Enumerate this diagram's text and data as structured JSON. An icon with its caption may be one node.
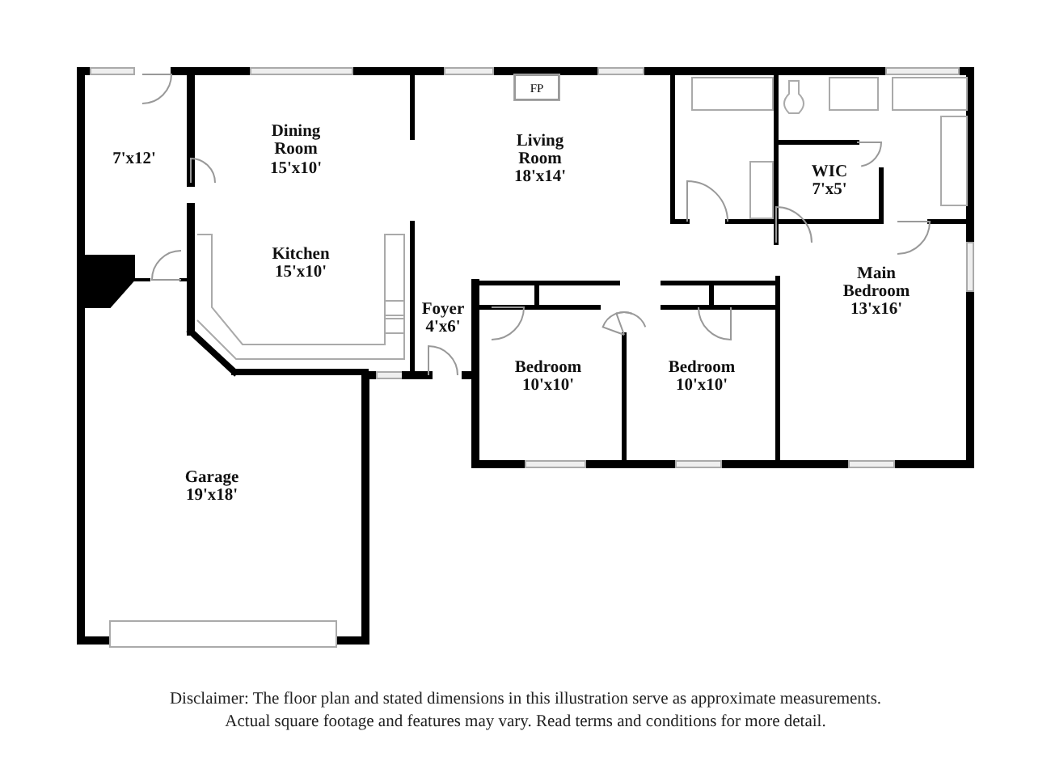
{
  "diagram": {
    "caption": "Disclaimer: The floor plan and stated dimensions in this illustration serve as approximate measurements. Actual square footage and features may vary. Read terms and conditions for more detail.",
    "nodes": [
      {
        "text": [
          "FP"
        ]
      }
    ],
    "labels": [
      "7'x12'",
      "Dining Room",
      "15'x10'",
      "Living Room",
      "18'x14'",
      "Kitchen",
      "15'x10'",
      "Foyer",
      "4'x6'",
      "WIC",
      "7'x5'",
      "Main Bedroom",
      "13'x16'",
      "Bedroom",
      "10'x10'",
      "Bedroom",
      "10'x10'",
      "Garage",
      "19'x18'"
    ]
  }
}
